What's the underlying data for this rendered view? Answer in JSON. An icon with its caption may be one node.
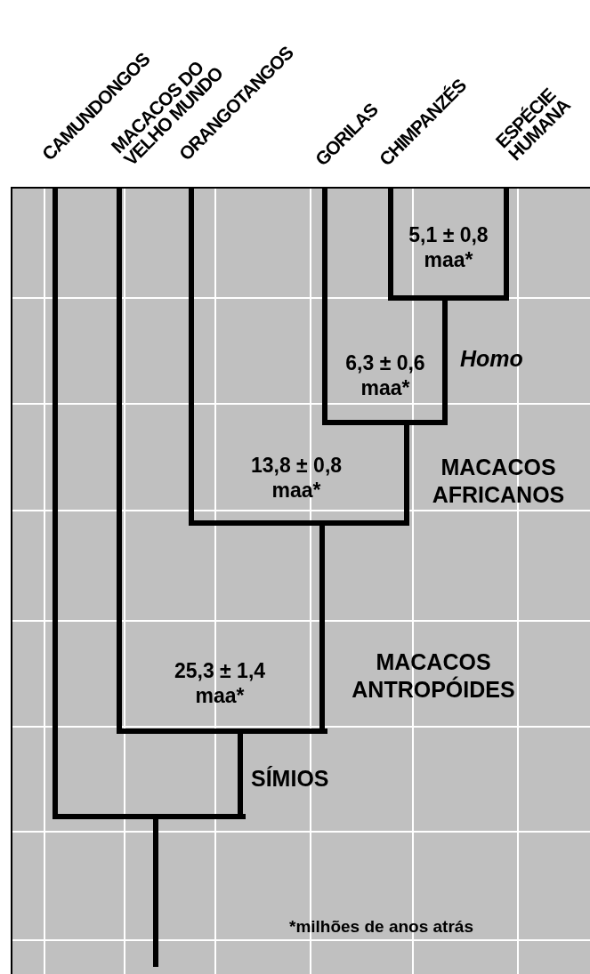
{
  "diagram": {
    "labels": [
      "CAMUNDONGOS",
      "MACACOS DO VELHO MUNDO",
      "ORANGOTANGOS",
      "GORILAS",
      "CHIMPANZÉS",
      "ESPÉCIE HUMANA",
      "5,1 ± 0,8 maa*",
      "Homo",
      "6,3 ± 0,6 maa*",
      "13,8 ± 0,8 maa*",
      "MACACOS AFRICANOS",
      "25,3 ± 1,4 maa*",
      "MACACOS ANTROPÓIDES",
      "SÍMIOS",
      "*milhões de anos atrás"
    ]
  }
}
